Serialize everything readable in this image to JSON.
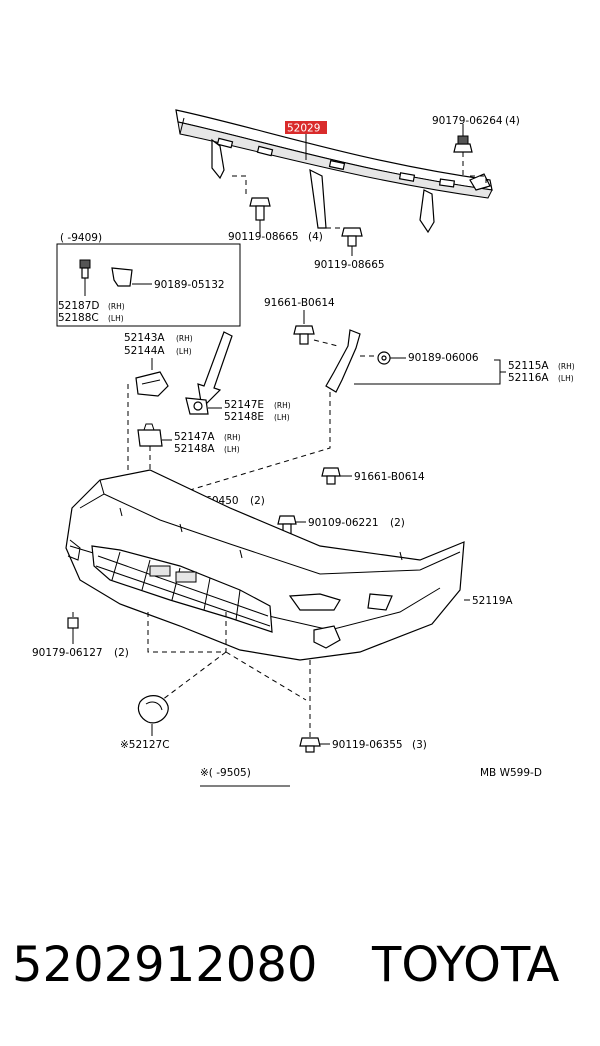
{
  "labels": {
    "upper_retainer": "52029",
    "nut_top": "90179-06264",
    "nut_top_qty": "(4)",
    "bolt_left": "90119-08665",
    "bolt_left_qty": "(4)",
    "bolt_center": "90119-08665",
    "inset_range": "(      -9409)",
    "inset_clip": "90189-05132",
    "inset_rh": "52187D",
    "inset_lh": "52188C",
    "bolt_916_upper": "91661-B0614",
    "nut_901_06006": "90189-06006",
    "stay_rh": "52115A",
    "stay_lh": "52116A",
    "support_rh": "52143A",
    "support_lh": "52144A",
    "clip_e_rh": "52147E",
    "clip_e_lh": "52148E",
    "clip_a_rh": "52147A",
    "clip_a_lh": "52148A",
    "bolt_916_lower": "91661-B0614",
    "screw_60450": "90159-60450",
    "screw_60450_qty": "(2)",
    "bolt_06221": "90109-06221",
    "bolt_06221_qty": "(2)",
    "bumper_cover": "52119A",
    "nut_06127": "90179-06127",
    "nut_06127_qty": "(2)",
    "cap": "※52127C",
    "bolt_06355": "90119-06355",
    "bolt_06355_qty": "(3)",
    "footnote": "※(      -9505)",
    "diagram_code": "MB  W599-D",
    "rh": "(RH)",
    "lh": "(LH)"
  },
  "footer": {
    "part_number": "5202912080",
    "brand": "TOYOTA"
  },
  "colors": {
    "highlight_fill": "#d92b2b",
    "highlight_text": "#ffffff",
    "line": "#000000"
  }
}
